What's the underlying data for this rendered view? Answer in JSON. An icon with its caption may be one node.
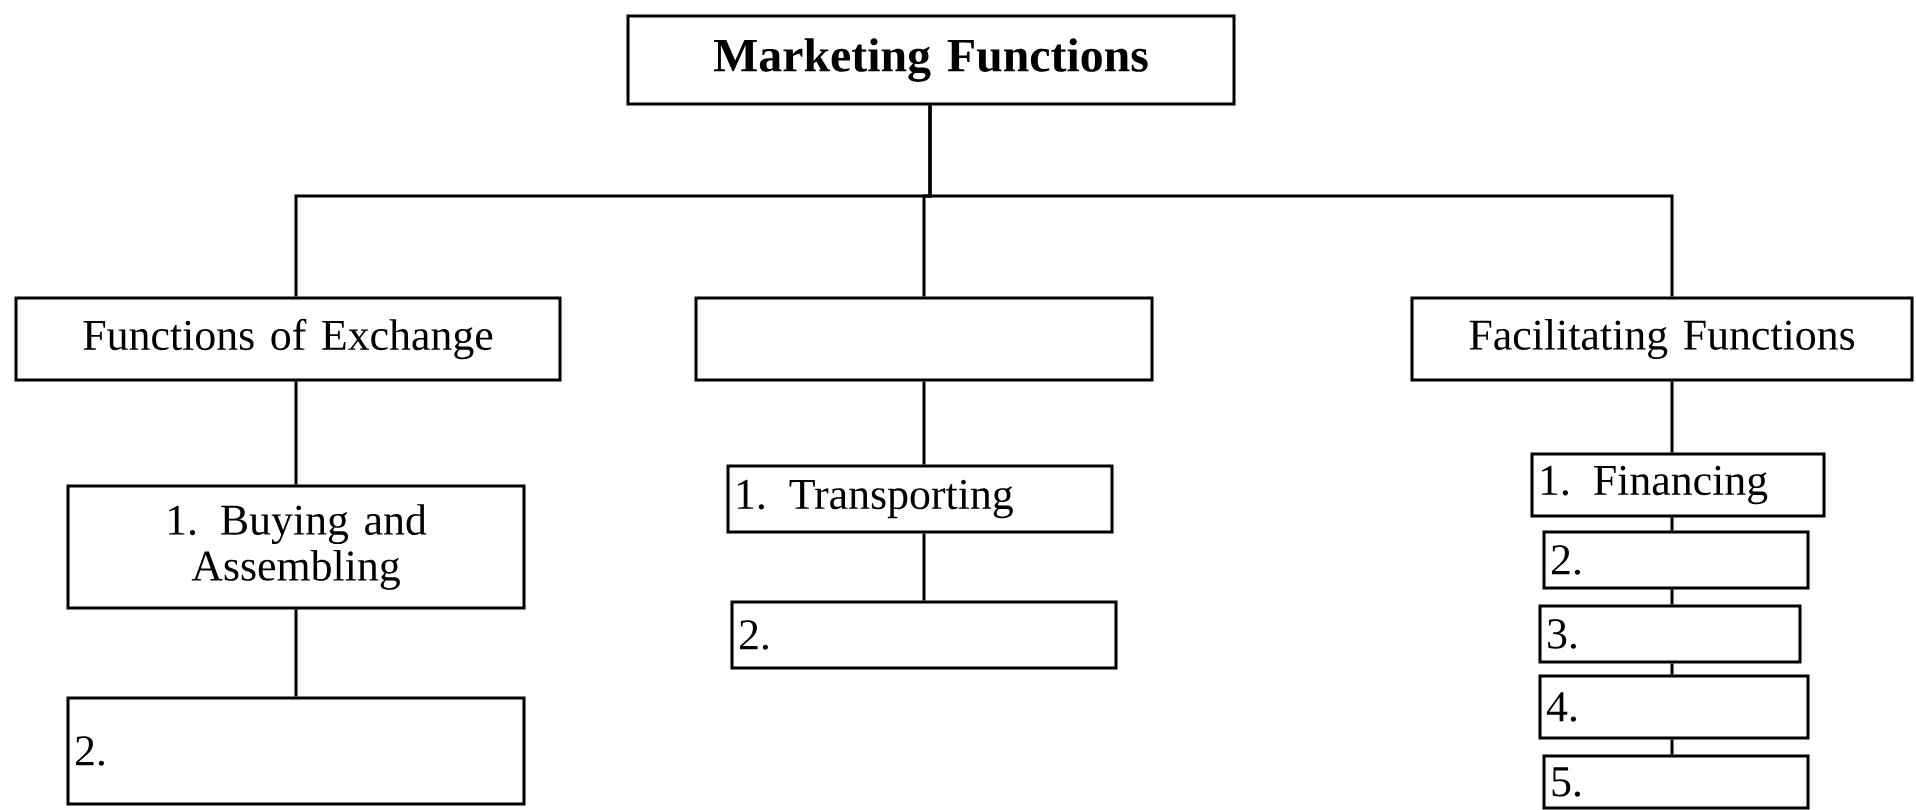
{
  "diagram": {
    "nodes": [
      {
        "text": [
          "Marketing Functions"
        ]
      },
      {
        "text": [
          "Functions of Exchange"
        ]
      },
      {
        "text": [],
        "shape": "box"
      },
      {
        "text": [
          "Facilitating Functions"
        ]
      },
      {
        "text": [
          "1. Buying and Assembling"
        ]
      },
      {
        "text": [
          "2."
        ]
      },
      {
        "text": [
          "1. Transporting"
        ]
      },
      {
        "text": [
          "2."
        ]
      },
      {
        "text": [
          "1. Financing"
        ]
      },
      {
        "text": [
          "2."
        ]
      },
      {
        "text": [
          "3."
        ]
      },
      {
        "text": [
          "4."
        ]
      },
      {
        "text": [
          "5."
        ]
      }
    ],
    "edges": [
      {
        "from": 0,
        "to": 1,
        "arrow": "none"
      },
      {
        "from": 0,
        "to": 2,
        "arrow": "none"
      },
      {
        "from": 0,
        "to": 3,
        "arrow": "none"
      },
      {
        "from": 1,
        "to": 4,
        "arrow": "none"
      },
      {
        "from": 4,
        "to": 5,
        "arrow": "none"
      },
      {
        "from": 2,
        "to": 6,
        "arrow": "none"
      },
      {
        "from": 6,
        "to": 7,
        "arrow": "none"
      },
      {
        "from": 3,
        "to": 8,
        "arrow": "none"
      },
      {
        "from": 8,
        "to": 9,
        "arrow": "none"
      },
      {
        "from": 9,
        "to": 10,
        "arrow": "none"
      },
      {
        "from": 10,
        "to": 11,
        "arrow": "none"
      },
      {
        "from": 11,
        "to": 12,
        "arrow": "none"
      }
    ]
  }
}
